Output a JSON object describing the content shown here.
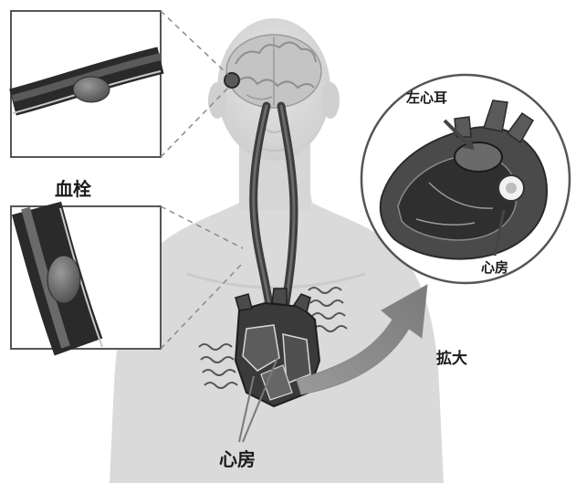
{
  "labels": {
    "thrombus": "血栓",
    "left_atrial_appendage": "左心耳",
    "atrium_inset": "心房",
    "enlarge": "拡大",
    "atrium_bottom": "心房"
  },
  "colors": {
    "body": "#dcdcdc",
    "body_shade": "#cfcfcf",
    "vessel": "#5a5a5a",
    "vessel_dark": "#2e2e2e",
    "clot": "#7a7a7a",
    "heart_dark": "#333333",
    "brain": "#c9c9c9",
    "outline": "#444444"
  }
}
